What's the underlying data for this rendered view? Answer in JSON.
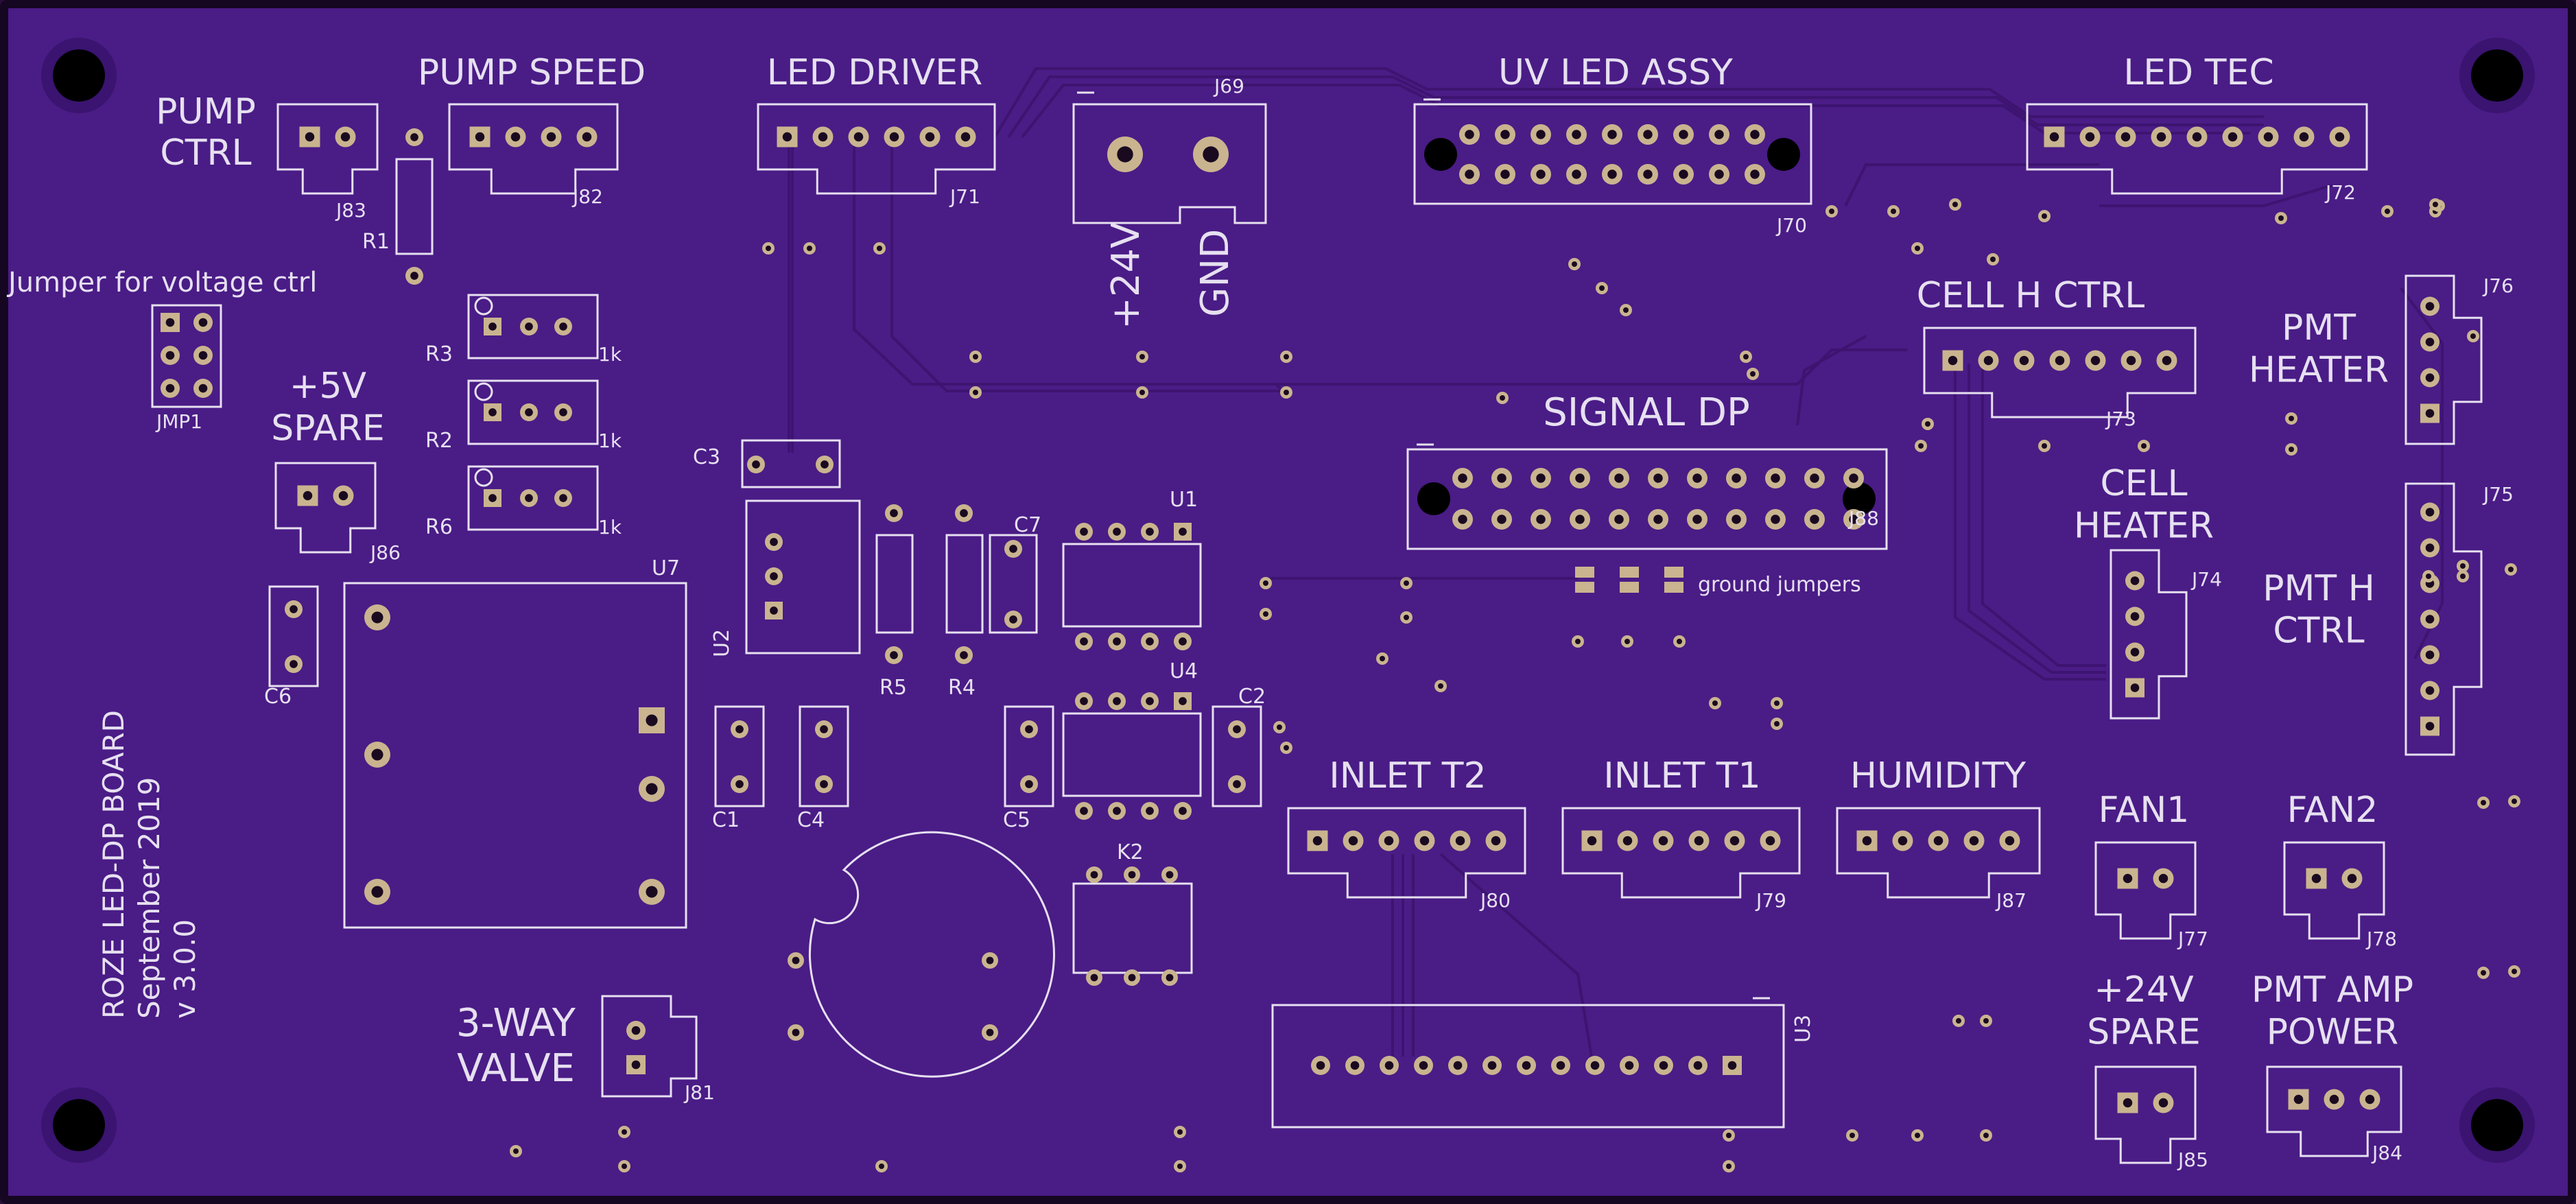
{
  "colors": {
    "board": "#4a1c86",
    "board_edge": "#150622",
    "silk": "#e6e0f0",
    "trace": "#3d1470",
    "pad": "#c9b48f",
    "hole": "#1a0a20",
    "mount": "#000000"
  },
  "connectors": {
    "pump_ctrl": {
      "title": "PUMP\nCTRL",
      "ref": "J83"
    },
    "pump_speed": {
      "title": "PUMP SPEED",
      "ref": "J82"
    },
    "led_driver": {
      "title": "LED DRIVER",
      "ref": "J71"
    },
    "power_24v": {
      "ref": "J69",
      "label_pos": "+24V",
      "label_gnd": "GND"
    },
    "uv_led_assy": {
      "title": "UV LED ASSY",
      "ref": "J70"
    },
    "led_tec": {
      "title": "LED TEC",
      "ref": "J72"
    },
    "cell_h_ctrl": {
      "title": "CELL H CTRL",
      "ref": "J73"
    },
    "pmt_heater": {
      "title": "PMT\nHEATER",
      "ref": "J76"
    },
    "signal_dp": {
      "title": "SIGNAL DP",
      "ref": "J88"
    },
    "cell_heater": {
      "title": "CELL\nHEATER",
      "ref": "J74"
    },
    "pmt_h_ctrl": {
      "title": "PMT H\nCTRL",
      "ref": "J75"
    },
    "spare_5v": {
      "title": "+5V\nSPARE",
      "ref": "J86"
    },
    "inlet_t2": {
      "title": "INLET T2",
      "ref": "J80"
    },
    "inlet_t1": {
      "title": "INLET T1",
      "ref": "J79"
    },
    "humidity": {
      "title": "HUMIDITY",
      "ref": "J87"
    },
    "fan1": {
      "title": "FAN1",
      "ref": "J77"
    },
    "fan2": {
      "title": "FAN2",
      "ref": "J78"
    },
    "spare_24v": {
      "title": "+24V\nSPARE",
      "ref": "J85"
    },
    "pmt_amp_power": {
      "title": "PMT AMP\nPOWER",
      "ref": "J84"
    },
    "three_way_valve": {
      "title": "3-WAY\nVALVE",
      "ref": "J81"
    }
  },
  "components": {
    "r1": "R1",
    "r2": "R2",
    "r3": "R3",
    "r4": "R4",
    "r5": "R5",
    "r6": "R6",
    "r2_val": "1k",
    "r3_val": "1k",
    "r6_val": "1k",
    "c1": "C1",
    "c2": "C2",
    "c3": "C3",
    "c4": "C4",
    "c5": "C5",
    "c6": "C6",
    "c7": "C7",
    "u1": "U1",
    "u2": "U2",
    "u3": "U3",
    "u4": "U4",
    "u7": "U7",
    "k2": "K2",
    "jmp1": "JMP1",
    "jumper_note": "Jumper for voltage ctrl",
    "ground_jumpers": "ground jumpers"
  },
  "board_info": {
    "line1": "ROZE LED-DP BOARD",
    "line2": "September 2019",
    "line3": "v 3.0.0"
  }
}
